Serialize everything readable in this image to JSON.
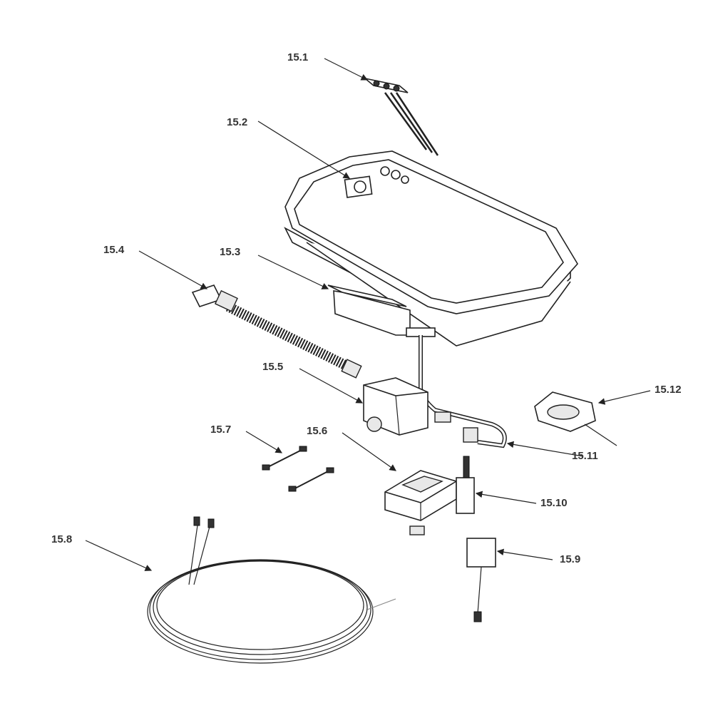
{
  "callouts": [
    {
      "id": "15.1"
    },
    {
      "id": "15.2"
    },
    {
      "id": "15.3"
    },
    {
      "id": "15.4"
    },
    {
      "id": "15.5"
    },
    {
      "id": "15.6"
    },
    {
      "id": "15.7"
    },
    {
      "id": "15.8"
    },
    {
      "id": "15.9"
    },
    {
      "id": "15.10"
    },
    {
      "id": "15.11"
    },
    {
      "id": "15.12"
    }
  ]
}
